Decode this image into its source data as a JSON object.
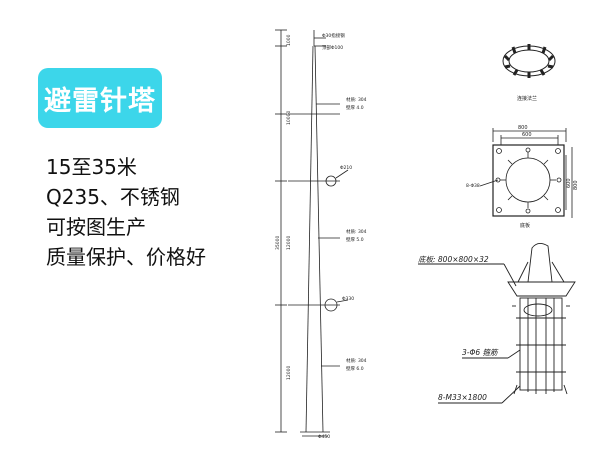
{
  "title": "避雷针塔",
  "description_lines": [
    "15至35米",
    "Q235、不锈钢",
    "可按图生产",
    "质量保护、价格好"
  ],
  "drawing": {
    "pole": {
      "total_height": "35000",
      "sections": [
        "1000",
        "10000",
        "12000",
        "12000"
      ],
      "top_labels": [
        "Φ30指接钢",
        "顶部Φ100"
      ],
      "bottom_label": "Φ450",
      "notes": [
        {
          "line1": "材质: 304",
          "line2": "壁厚 4.0"
        },
        {
          "line1": "材质: 304",
          "line2": "壁厚 5.0"
        },
        {
          "line1": "材质: 304",
          "line2": "壁厚 6.0"
        }
      ],
      "diameters": [
        "Φ210",
        "Φ330"
      ]
    },
    "flange": {
      "label": "连接法兰"
    },
    "plate": {
      "label": "底板",
      "dim_outer": "800",
      "dim_inner": "600",
      "hole_note": "8-Φ38"
    },
    "base": {
      "plate_label": "底板: 800×800×32",
      "stirrup_label": "3-Φ6 箍筋",
      "bolt_label": "8-M33×1800"
    }
  }
}
